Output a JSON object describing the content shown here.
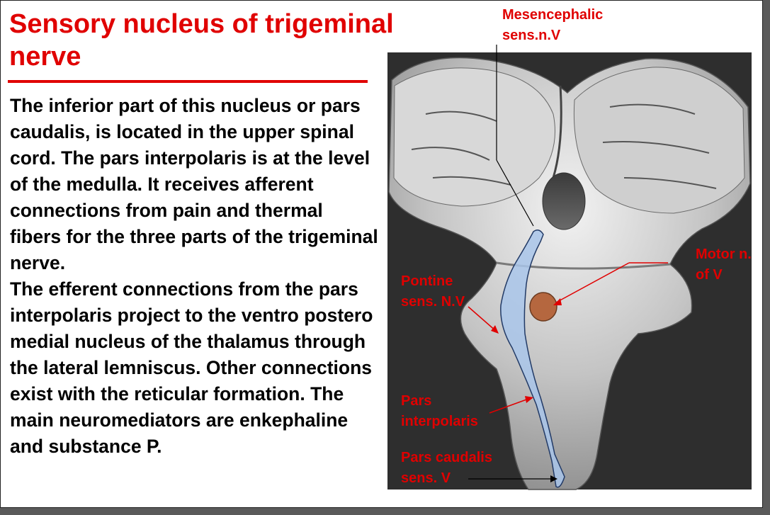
{
  "title": "Sensory nucleus of trigeminal nerve",
  "body": {
    "paragraph_1": "The inferior part of this nucleus or pars caudalis, is located in the upper spinal cord. The pars interpolaris is at the level of the medulla. It receives afferent connections from pain and thermal fibers for the three parts of the trigeminal nerve.",
    "paragraph_2": "The efferent connections from the pars interpolaris project to the ventro postero medial nucleus of the thalamus through the lateral lemniscus. Other connections exist with the reticular formation.  The main neuromediators are enkephaline and substance P."
  },
  "labels": {
    "mesencephalic": "Mesencephalic\nsens.n.V",
    "motor": "Motor n.\nof V",
    "pontine": "Pontine\nsens. N.V",
    "interpolaris": "Pars\ninterpolaris",
    "caudalis": "Pars caudalis\nsens. V"
  },
  "colors": {
    "accent": "#e00000",
    "sensory_nucleus_fill": "#a9c6ea",
    "motor_nucleus_fill": "#b5673f"
  }
}
